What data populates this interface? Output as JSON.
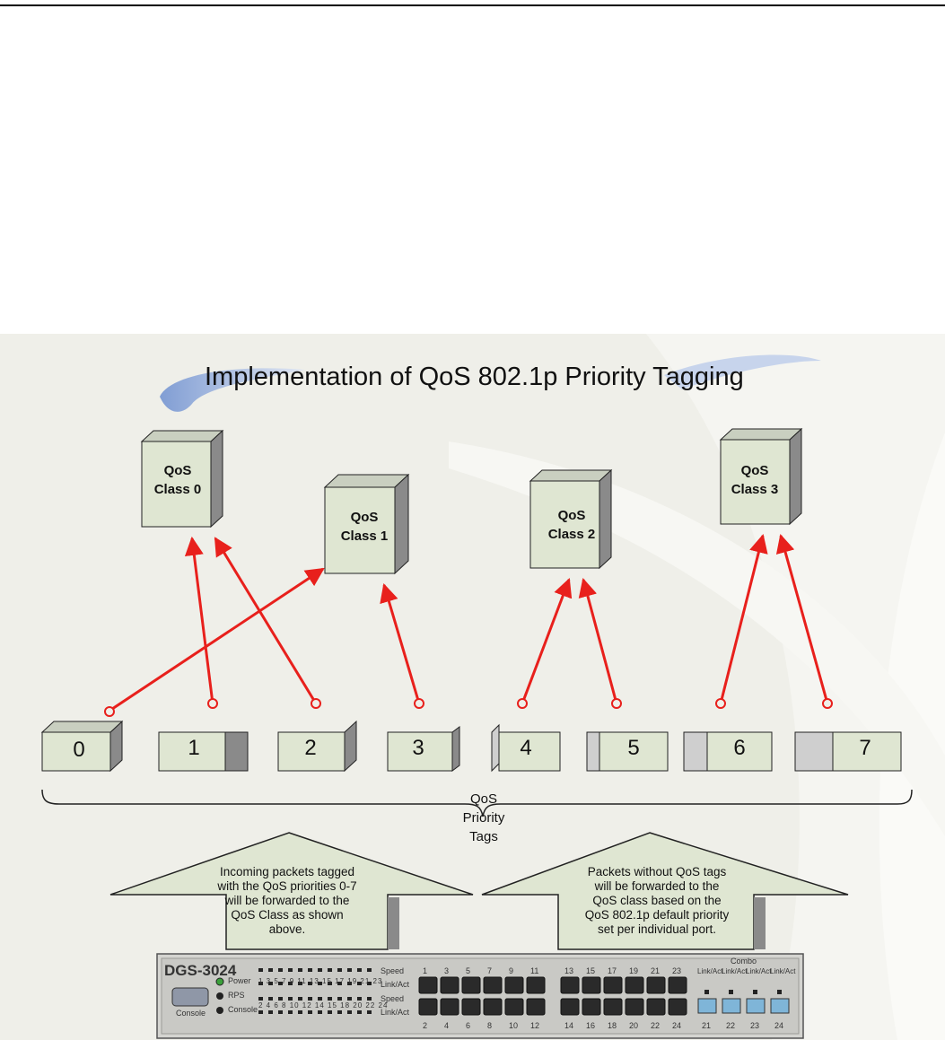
{
  "diagram": {
    "title": "Implementation of QoS 802.1p Priority Tagging",
    "classes": [
      {
        "line1": "QoS",
        "line2": "Class 0"
      },
      {
        "line1": "QoS",
        "line2": "Class 1"
      },
      {
        "line1": "QoS",
        "line2": "Class 2"
      },
      {
        "line1": "QoS",
        "line2": "Class 3"
      }
    ],
    "priority_tags": [
      "0",
      "1",
      "2",
      "3",
      "4",
      "5",
      "6",
      "7"
    ],
    "mapping": [
      {
        "tag": "0",
        "class": "Class 1"
      },
      {
        "tag": "1",
        "class": "Class 0"
      },
      {
        "tag": "2",
        "class": "Class 0"
      },
      {
        "tag": "3",
        "class": "Class 1"
      },
      {
        "tag": "4",
        "class": "Class 2"
      },
      {
        "tag": "5",
        "class": "Class 2"
      },
      {
        "tag": "6",
        "class": "Class 3"
      },
      {
        "tag": "7",
        "class": "Class 3"
      }
    ],
    "brace_caption": [
      "QoS",
      "Priority",
      "Tags"
    ],
    "left_note": [
      "Incoming packets tagged",
      "with the QoS priorities 0-7",
      "will be forwarded to the",
      "QoS Class as shown",
      "above."
    ],
    "right_note": [
      "Packets without QoS tags",
      "will be forwarded to the",
      "QoS class based on the",
      "QoS 802.1p default priority",
      "set per individual port."
    ],
    "colors": {
      "arrow": "#e8201c",
      "box_face": "#dfe6d2",
      "box_side": "#8a8a8a",
      "background": "#efefe9",
      "swoosh": "#8fa9d6"
    }
  },
  "switch": {
    "model": "DGS-3024",
    "leds": [
      "Power",
      "RPS",
      "Console"
    ],
    "console_label": "Console",
    "speed_label": "Speed",
    "link_label": "Link/Act",
    "led_top_numbers": "1  3  5  7  9  11 13 15 17 19 21 23",
    "led_bottom_numbers": "2  4  6  8 10 12 14 15 18 20 22 24",
    "port_top": [
      "1",
      "3",
      "5",
      "7",
      "9",
      "11",
      "13",
      "15",
      "17",
      "19",
      "21",
      "23"
    ],
    "port_bottom": [
      "2",
      "4",
      "6",
      "8",
      "10",
      "12",
      "14",
      "16",
      "18",
      "20",
      "22",
      "24"
    ],
    "combo_label": "Combo",
    "combo_ports": [
      "21",
      "22",
      "23",
      "24"
    ],
    "combo_link_label": "Link/Act"
  }
}
